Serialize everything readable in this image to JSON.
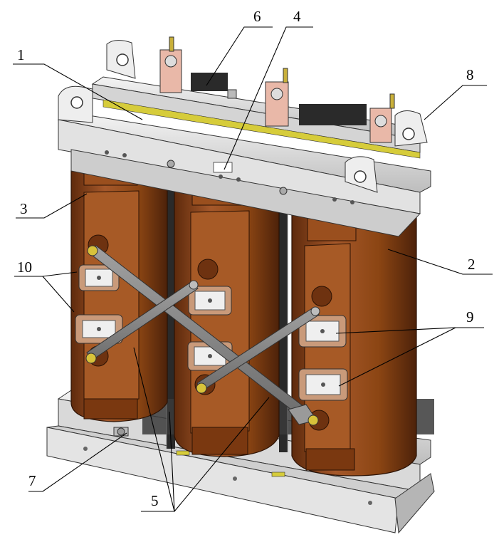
{
  "callouts": {
    "c1": "1",
    "c2": "2",
    "c3": "3",
    "c4": "4",
    "c5": "5",
    "c6": "6",
    "c7": "7",
    "c8": "8",
    "c9": "9",
    "c10": "10"
  },
  "colors": {
    "coil": "#8b4513",
    "coil_dark": "#5e2a0c",
    "coil_light": "#b4642c",
    "steel": "#e6e6e6",
    "steel_shadow": "#a6a6a6",
    "insulator": "#d6cc3a",
    "busbar": "#8a8a8a"
  }
}
